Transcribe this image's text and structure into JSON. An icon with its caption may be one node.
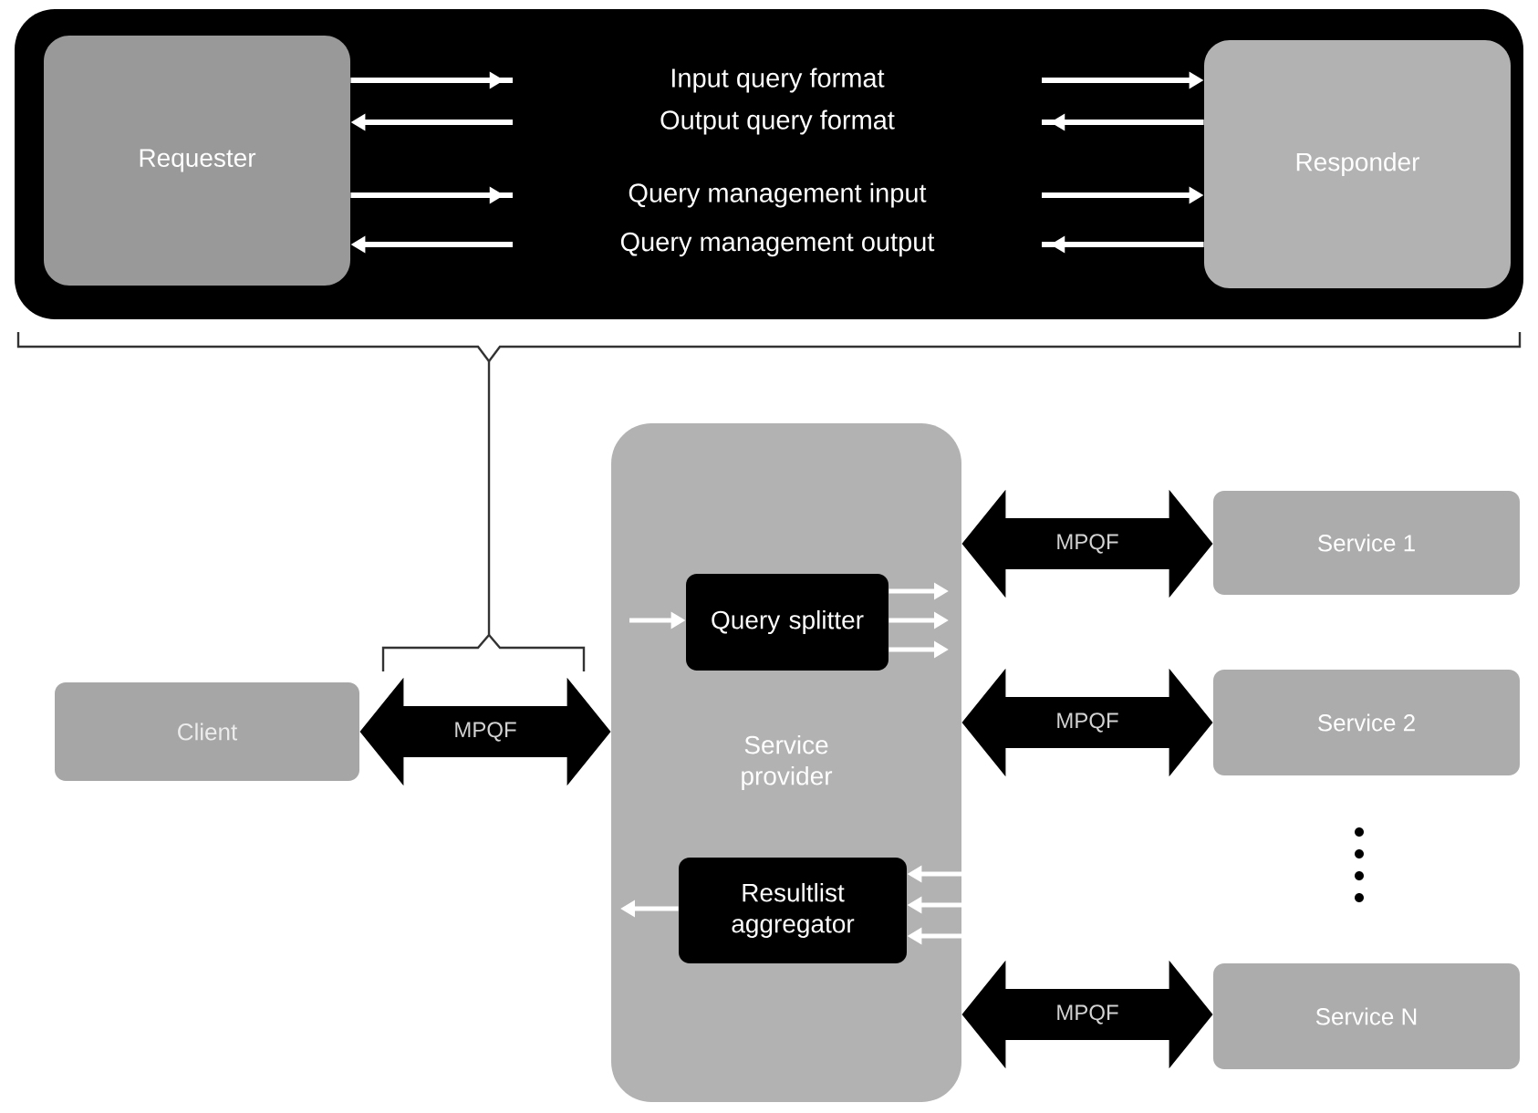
{
  "diagram": {
    "nodes": [
      {
        "text": [],
        "shape": "box"
      },
      {
        "text": [
          "Requester"
        ],
        "in": 0
      },
      {
        "text": [
          "Responder"
        ],
        "in": 0
      },
      {
        "text": [
          "Client"
        ]
      },
      {
        "text": [
          "Service provider"
        ]
      },
      {
        "text": [
          "Query splitter"
        ],
        "in": 4
      },
      {
        "text": [
          "Resultlist aggregator"
        ],
        "in": 4
      },
      {
        "text": [
          "Service 1"
        ]
      },
      {
        "text": [
          "Service 2"
        ]
      },
      {
        "text": [
          "Service N"
        ]
      }
    ],
    "edges": [
      {
        "from": 1,
        "to": 2,
        "arrow": "to",
        "label": "Input query format"
      },
      {
        "from": 2,
        "to": 1,
        "arrow": "to",
        "label": "Output query format"
      },
      {
        "from": 1,
        "to": 2,
        "arrow": "to",
        "label": "Query management input"
      },
      {
        "from": 2,
        "to": 1,
        "arrow": "to",
        "label": "Query management output"
      },
      {
        "from": 3,
        "to": 4,
        "arrow": "both",
        "label": "MPQF",
        "style": "thick",
        "color": "#000000"
      },
      {
        "from": 4,
        "to": 7,
        "arrow": "both",
        "label": "MPQF",
        "style": "thick",
        "color": "#000000"
      },
      {
        "from": 4,
        "to": 8,
        "arrow": "both",
        "label": "MPQF",
        "style": "thick",
        "color": "#000000"
      },
      {
        "from": 4,
        "to": 9,
        "arrow": "both",
        "label": "MPQF",
        "style": "thick",
        "color": "#000000"
      },
      {
        "from": null,
        "to": 5,
        "arrow": "to"
      },
      {
        "from": 5,
        "to": null,
        "arrow": "to"
      },
      {
        "from": 5,
        "to": null,
        "arrow": "to"
      },
      {
        "from": 5,
        "to": null,
        "arrow": "to"
      },
      {
        "from": null,
        "to": 6,
        "arrow": "to"
      },
      {
        "from": null,
        "to": 6,
        "arrow": "to"
      },
      {
        "from": null,
        "to": 6,
        "arrow": "to"
      },
      {
        "from": 6,
        "to": null,
        "arrow": "to"
      }
    ]
  }
}
